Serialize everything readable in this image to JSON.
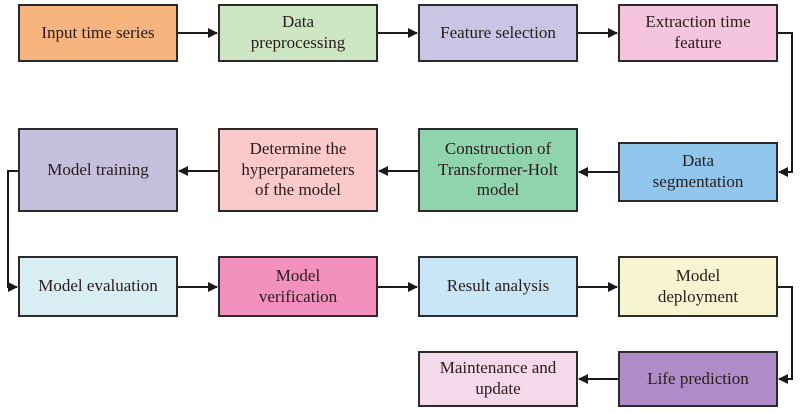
{
  "diagram": {
    "name": "Transformer-Holt model workflow flowchart",
    "line_color": "#1a1a1a",
    "border_color": "#2e2a2b",
    "nodes": [
      {
        "id": "input-time-series",
        "label": "Input time series",
        "color": "#F6B57F"
      },
      {
        "id": "data-preprocessing",
        "label": [
          "Data",
          "preprocessing"
        ],
        "color": "#CDE6C4"
      },
      {
        "id": "feature-selection",
        "label": "Feature selection",
        "color": "#C8C6E4"
      },
      {
        "id": "extraction-time-feature",
        "label": [
          "Extraction time",
          "feature"
        ],
        "color": "#F4C5DD"
      },
      {
        "id": "data-segmentation",
        "label": [
          "Data",
          "segmentation"
        ],
        "color": "#90C6EB"
      },
      {
        "id": "construction-of-transformer-holt-model",
        "label": [
          "Construction of",
          "Transformer-Holt",
          "model"
        ],
        "color": "#90D4AE"
      },
      {
        "id": "determine-the-hyperparameters-of-the-model",
        "label": [
          "Determine the",
          "hyperparameters",
          "of the model"
        ],
        "color": "#FAC9C9"
      },
      {
        "id": "model-training",
        "label": "Model training",
        "color": "#C4BFDD"
      },
      {
        "id": "model-evaluation",
        "label": "Model evaluation",
        "color": "#D9EEF3"
      },
      {
        "id": "model-verification",
        "label": [
          "Model",
          "verification"
        ],
        "color": "#F291BE"
      },
      {
        "id": "result-analysis",
        "label": "Result analysis",
        "color": "#C9E6F6"
      },
      {
        "id": "model-deployment",
        "label": [
          "Model",
          "deployment"
        ],
        "color": "#F7F4D1"
      },
      {
        "id": "life-prediction",
        "label": "Life prediction",
        "color": "#AF8BC8"
      },
      {
        "id": "maintenance-and-update",
        "label": [
          "Maintenance and",
          "update"
        ],
        "color": "#F4D9EA"
      }
    ],
    "edges": [
      {
        "from": "input-time-series",
        "to": "data-preprocessing"
      },
      {
        "from": "data-preprocessing",
        "to": "feature-selection"
      },
      {
        "from": "feature-selection",
        "to": "extraction-time-feature"
      },
      {
        "from": "extraction-time-feature",
        "to": "data-segmentation"
      },
      {
        "from": "data-segmentation",
        "to": "construction-of-transformer-holt-model"
      },
      {
        "from": "construction-of-transformer-holt-model",
        "to": "determine-the-hyperparameters-of-the-model"
      },
      {
        "from": "determine-the-hyperparameters-of-the-model",
        "to": "model-training"
      },
      {
        "from": "model-training",
        "to": "model-evaluation"
      },
      {
        "from": "model-evaluation",
        "to": "model-verification"
      },
      {
        "from": "model-verification",
        "to": "result-analysis"
      },
      {
        "from": "result-analysis",
        "to": "model-deployment"
      },
      {
        "from": "model-deployment",
        "to": "life-prediction"
      },
      {
        "from": "life-prediction",
        "to": "maintenance-and-update"
      }
    ]
  }
}
